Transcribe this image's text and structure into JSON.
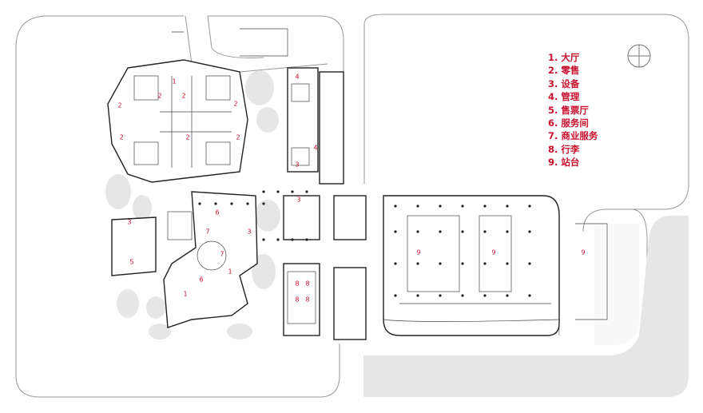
{
  "legend": {
    "items": [
      {
        "num": "1.",
        "text": "大厅"
      },
      {
        "num": "2.",
        "text": "零售"
      },
      {
        "num": "3.",
        "text": "设备"
      },
      {
        "num": "4.",
        "text": "管理"
      },
      {
        "num": "5.",
        "text": "售票厅"
      },
      {
        "num": "6.",
        "text": "服务间"
      },
      {
        "num": "7.",
        "text": "商业服务"
      },
      {
        "num": "8.",
        "text": "行李"
      },
      {
        "num": "9.",
        "text": "站台"
      }
    ]
  },
  "room_labels": [
    "1",
    "2",
    "3",
    "4",
    "5",
    "6",
    "7",
    "8",
    "9"
  ],
  "colors": {
    "label_red": "#c8102e",
    "line": "#222222",
    "ground": "#e6e6e6"
  }
}
